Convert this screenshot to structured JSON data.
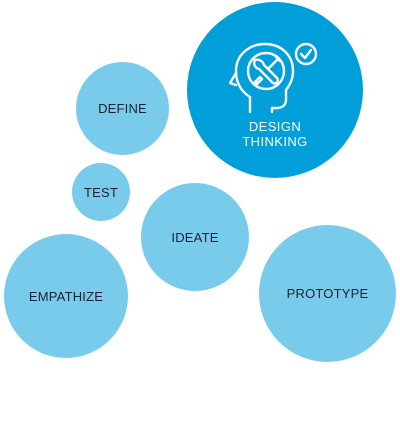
{
  "diagram": {
    "main": {
      "line1": "DESIGN",
      "line2": "THINKING",
      "icon": "head-with-tools-and-check-icon",
      "color": "#009fda"
    },
    "stages": {
      "define": "DEFINE",
      "test": "TEST",
      "ideate": "IDEATE",
      "empathize": "EMPATHIZE",
      "prototype": "PROTOTYPE"
    },
    "colors": {
      "bubble": "#78cbeb",
      "main_bubble": "#009fda",
      "label_text": "#1b2330",
      "main_text": "#ffffff"
    }
  }
}
